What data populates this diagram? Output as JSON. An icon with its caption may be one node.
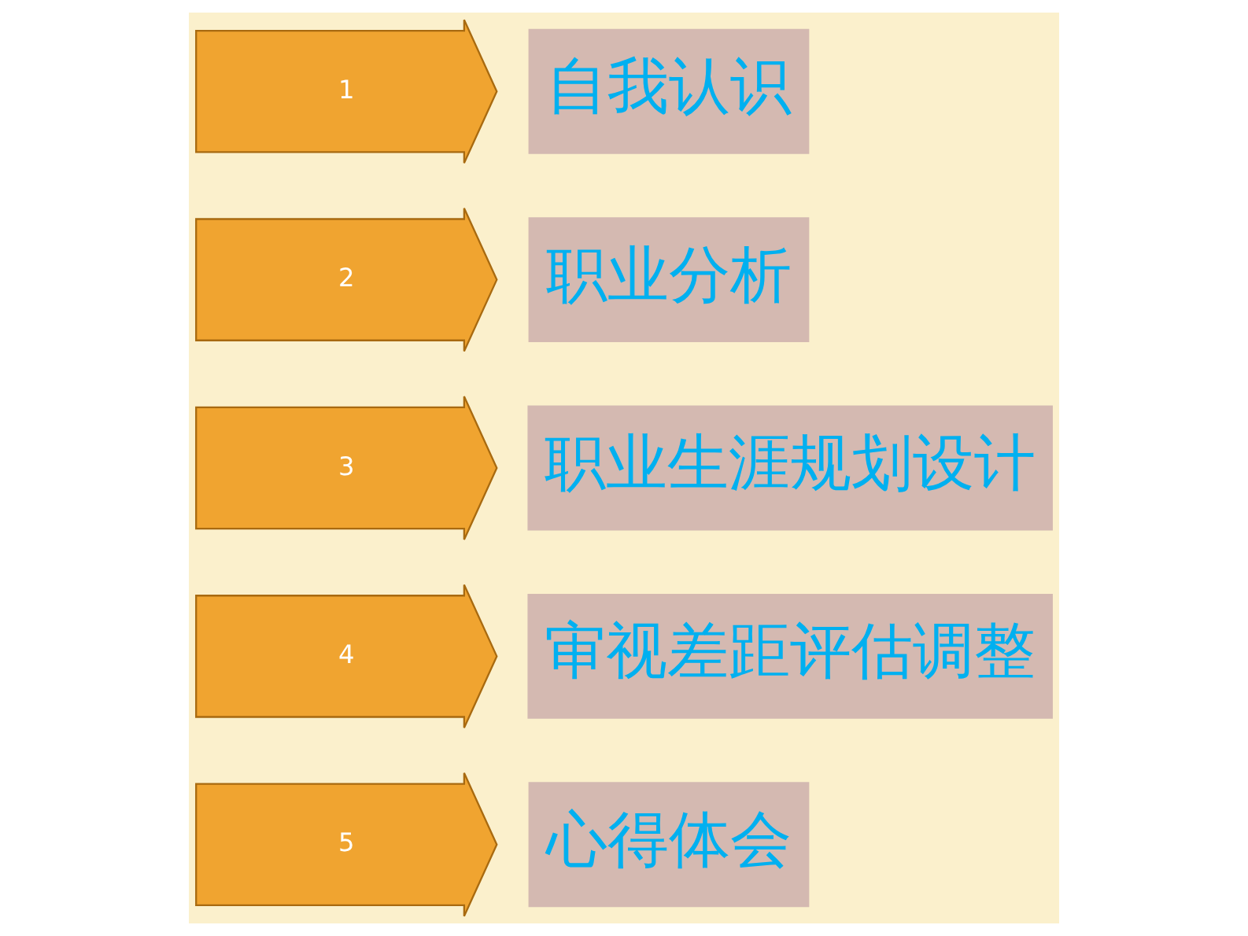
{
  "diagram": {
    "nodes": [
      {
        "text": [
          "1"
        ]
      },
      {
        "text": [
          "自我认识"
        ]
      },
      {
        "text": [
          "2"
        ]
      },
      {
        "text": [
          "职业分析"
        ]
      },
      {
        "text": [
          "3"
        ]
      },
      {
        "text": [
          "职业生涯规划设计"
        ]
      },
      {
        "text": [
          "4"
        ]
      },
      {
        "text": [
          "审视差距评估调整"
        ]
      },
      {
        "text": [
          "5"
        ]
      },
      {
        "text": [
          "心得体会"
        ]
      }
    ]
  }
}
